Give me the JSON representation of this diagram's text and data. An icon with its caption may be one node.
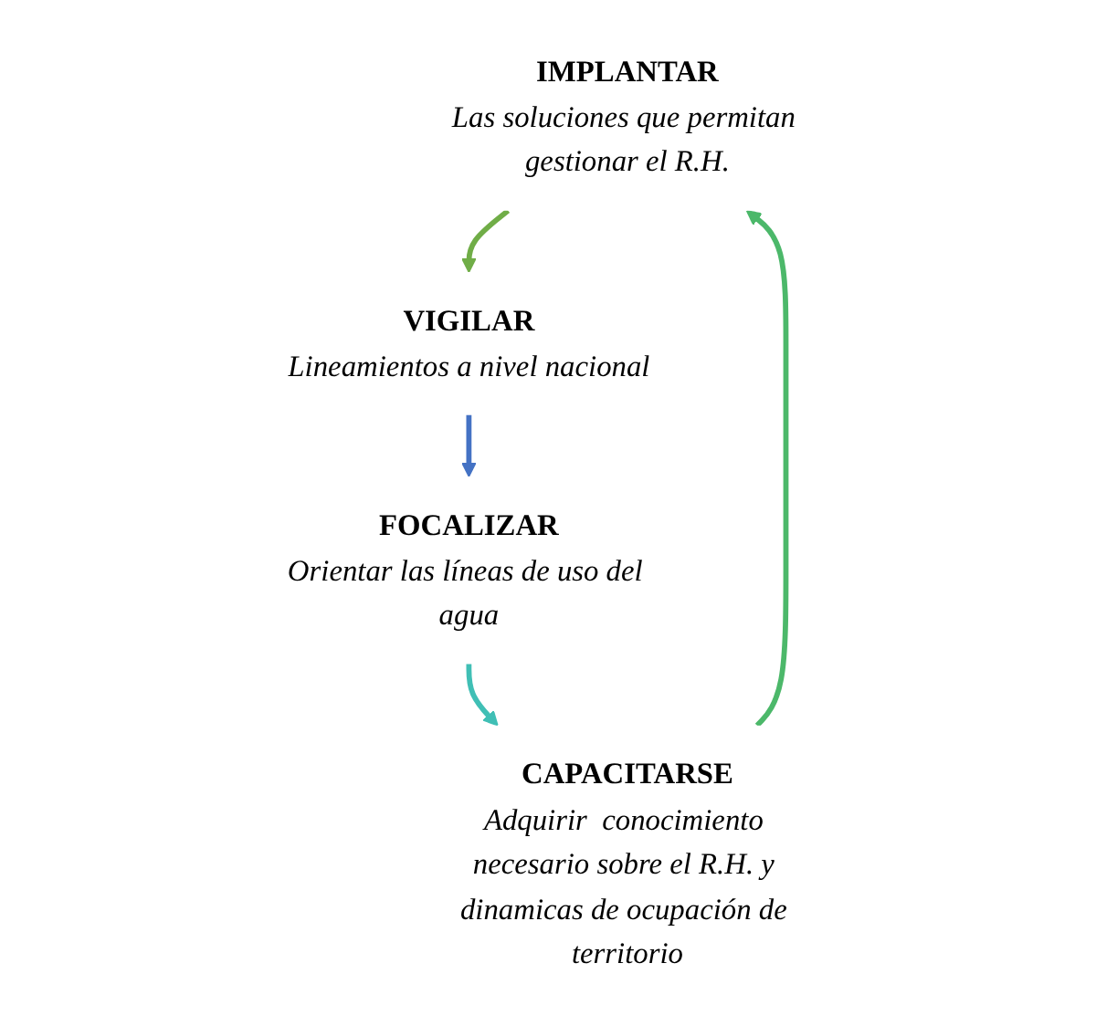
{
  "diagram": {
    "nodes": [
      {
        "text": [
          "IMPLANTAR",
          "Las soluciones que permitan gestionar el R.H."
        ]
      },
      {
        "text": [
          "VIGILAR",
          "Lineamientos a nivel nacional"
        ]
      },
      {
        "text": [
          "FOCALIZAR",
          "Orientar las líneas de uso del agua"
        ]
      },
      {
        "text": [
          "CAPACITARSE",
          "Adquirir  conocimiento necesario sobre el R.H. y dinamicas de ocupación de territorio"
        ]
      }
    ],
    "edges": [
      {
        "from": 0,
        "to": 1,
        "arrow": "to",
        "color": "#70ad47"
      },
      {
        "from": 1,
        "to": 2,
        "arrow": "to",
        "color": "#4472c4"
      },
      {
        "from": 2,
        "to": 3,
        "arrow": "to",
        "color": "#40bfb5"
      },
      {
        "from": 3,
        "to": 0,
        "arrow": "to",
        "color": "#4cb86a"
      }
    ]
  }
}
